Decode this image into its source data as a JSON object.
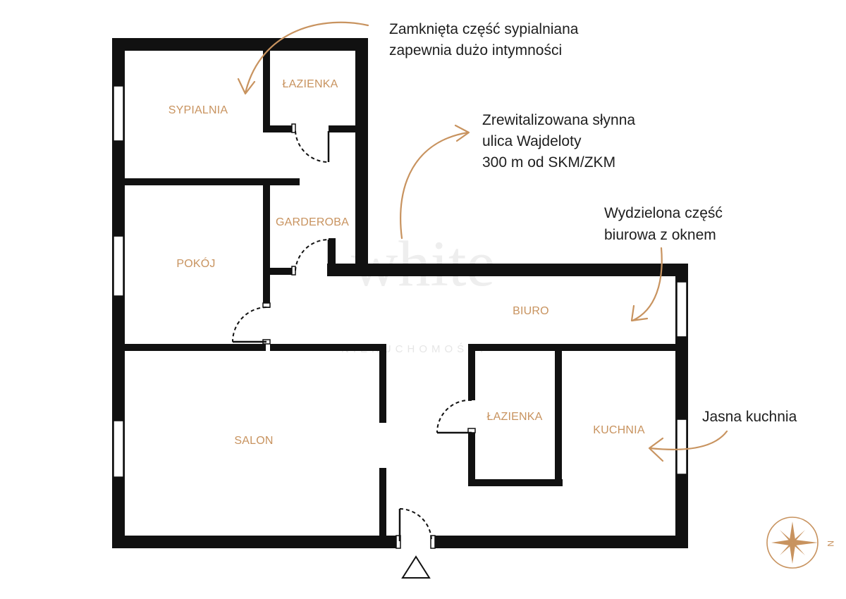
{
  "watermark": {
    "main": "white",
    "sub": "NIERUCHOMOŚCI"
  },
  "rooms": {
    "sypialnia": "SYPIALNIA",
    "lazienka_top": "ŁAZIENKA",
    "garderoba": "GARDEROBA",
    "pokoj": "POKÓJ",
    "biuro": "BIURO",
    "salon": "SALON",
    "lazienka_bottom": "ŁAZIENKA",
    "kuchnia": "KUCHNIA"
  },
  "notes": {
    "bedroom": [
      "Zamknięta część sypialniana",
      "zapewnia dużo intymności"
    ],
    "street": [
      "Zrewitalizowana słynna",
      "ulica Wajdeloty",
      "300 m od SKM/ZKM"
    ],
    "office": [
      "Wydzielona część",
      "biurowa z oknem"
    ],
    "kitchen": [
      "Jasna kuchnia"
    ]
  },
  "compass": {
    "label": "N"
  },
  "colors": {
    "accent": "#c8935f",
    "wall": "#111111",
    "text": "#1e1e1e"
  }
}
